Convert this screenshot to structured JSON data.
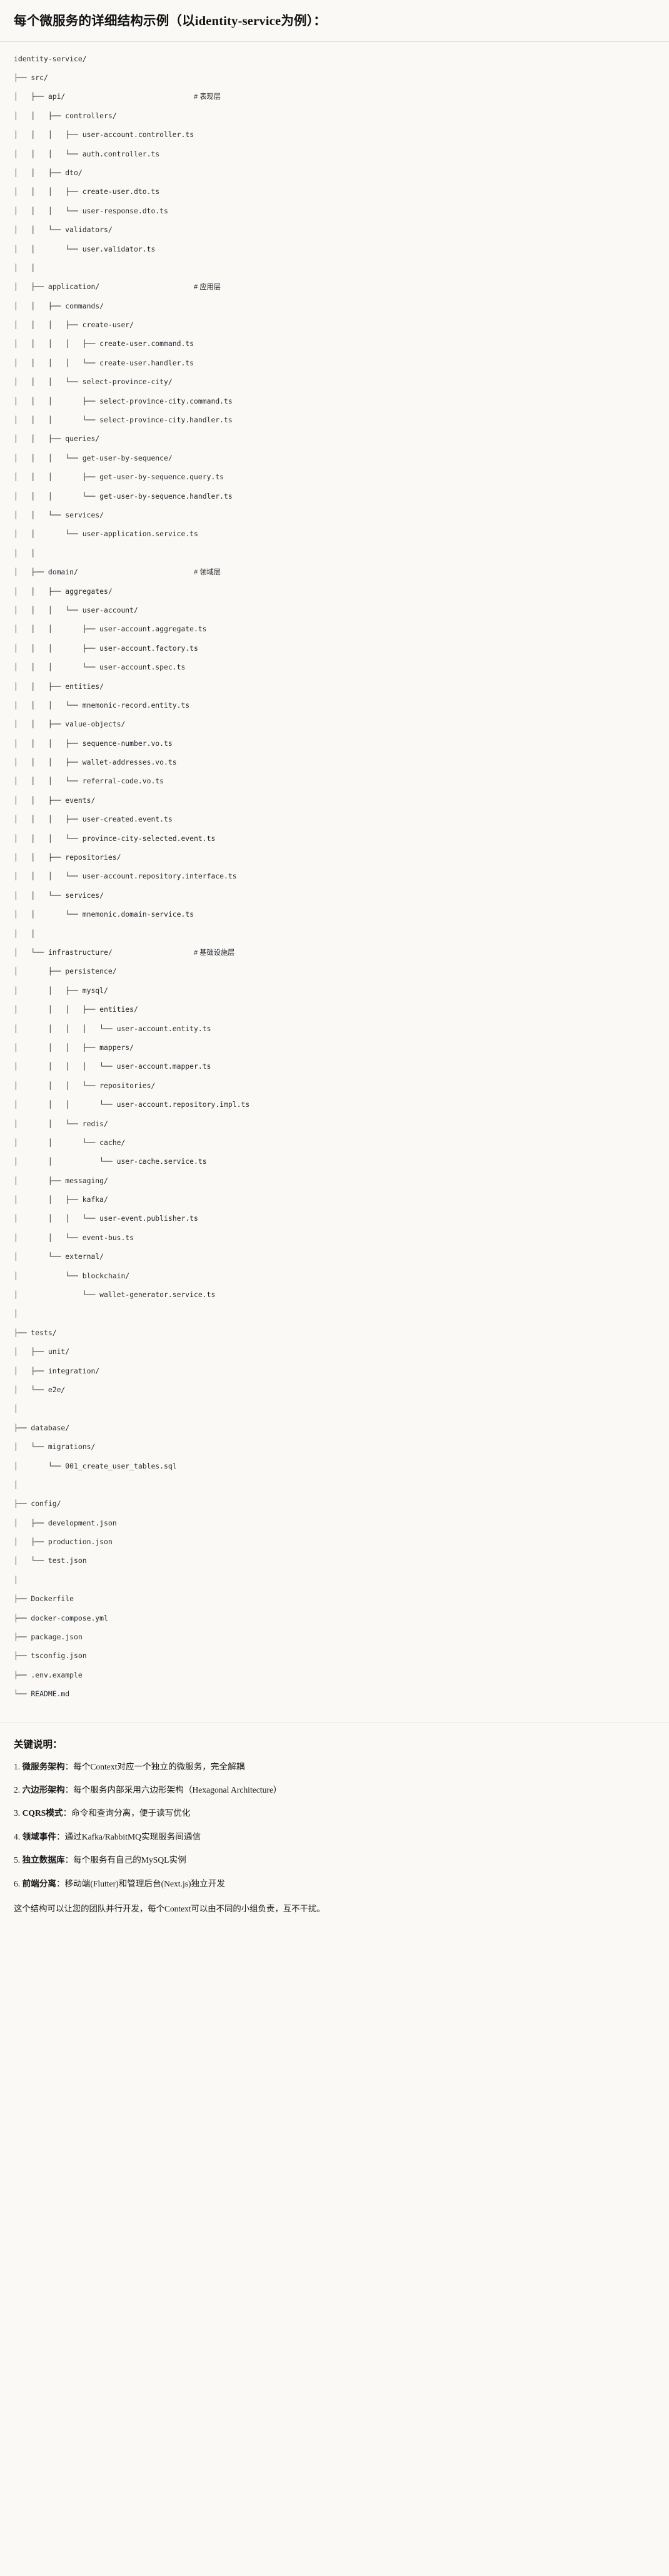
{
  "header": {
    "title": "每个微服务的详细结构示例（以identity-service为例）："
  },
  "tree": {
    "root": "identity-service/",
    "lines": [
      {
        "prefix": "",
        "name": "identity-service/",
        "comment": ""
      },
      {
        "prefix": "├── ",
        "name": "src/",
        "comment": ""
      },
      {
        "prefix": "│   ├── ",
        "name": "api/",
        "comment": "# 表现层"
      },
      {
        "prefix": "│   │   ├── ",
        "name": "controllers/",
        "comment": ""
      },
      {
        "prefix": "│   │   │   ├── ",
        "name": "user-account.controller.ts",
        "comment": ""
      },
      {
        "prefix": "│   │   │   └── ",
        "name": "auth.controller.ts",
        "comment": ""
      },
      {
        "prefix": "│   │   ├── ",
        "name": "dto/",
        "comment": ""
      },
      {
        "prefix": "│   │   │   ├── ",
        "name": "create-user.dto.ts",
        "comment": ""
      },
      {
        "prefix": "│   │   │   └── ",
        "name": "user-response.dto.ts",
        "comment": ""
      },
      {
        "prefix": "│   │   └── ",
        "name": "validators/",
        "comment": ""
      },
      {
        "prefix": "│   │       └── ",
        "name": "user.validator.ts",
        "comment": ""
      },
      {
        "prefix": "│   │",
        "name": "",
        "comment": ""
      },
      {
        "prefix": "│   ├── ",
        "name": "application/",
        "comment": "# 应用层"
      },
      {
        "prefix": "│   │   ├── ",
        "name": "commands/",
        "comment": ""
      },
      {
        "prefix": "│   │   │   ├── ",
        "name": "create-user/",
        "comment": ""
      },
      {
        "prefix": "│   │   │   │   ├── ",
        "name": "create-user.command.ts",
        "comment": ""
      },
      {
        "prefix": "│   │   │   │   └── ",
        "name": "create-user.handler.ts",
        "comment": ""
      },
      {
        "prefix": "│   │   │   └── ",
        "name": "select-province-city/",
        "comment": ""
      },
      {
        "prefix": "│   │   │       ├── ",
        "name": "select-province-city.command.ts",
        "comment": ""
      },
      {
        "prefix": "│   │   │       └── ",
        "name": "select-province-city.handler.ts",
        "comment": ""
      },
      {
        "prefix": "│   │   ├── ",
        "name": "queries/",
        "comment": ""
      },
      {
        "prefix": "│   │   │   └── ",
        "name": "get-user-by-sequence/",
        "comment": ""
      },
      {
        "prefix": "│   │   │       ├── ",
        "name": "get-user-by-sequence.query.ts",
        "comment": ""
      },
      {
        "prefix": "│   │   │       └── ",
        "name": "get-user-by-sequence.handler.ts",
        "comment": ""
      },
      {
        "prefix": "│   │   └── ",
        "name": "services/",
        "comment": ""
      },
      {
        "prefix": "│   │       └── ",
        "name": "user-application.service.ts",
        "comment": ""
      },
      {
        "prefix": "│   │",
        "name": "",
        "comment": ""
      },
      {
        "prefix": "│   ├── ",
        "name": "domain/",
        "comment": "# 领域层"
      },
      {
        "prefix": "│   │   ├── ",
        "name": "aggregates/",
        "comment": ""
      },
      {
        "prefix": "│   │   │   └── ",
        "name": "user-account/",
        "comment": ""
      },
      {
        "prefix": "│   │   │       ├── ",
        "name": "user-account.aggregate.ts",
        "comment": ""
      },
      {
        "prefix": "│   │   │       ├── ",
        "name": "user-account.factory.ts",
        "comment": ""
      },
      {
        "prefix": "│   │   │       └── ",
        "name": "user-account.spec.ts",
        "comment": ""
      },
      {
        "prefix": "│   │   ├── ",
        "name": "entities/",
        "comment": ""
      },
      {
        "prefix": "│   │   │   └── ",
        "name": "mnemonic-record.entity.ts",
        "comment": ""
      },
      {
        "prefix": "│   │   ├── ",
        "name": "value-objects/",
        "comment": ""
      },
      {
        "prefix": "│   │   │   ├── ",
        "name": "sequence-number.vo.ts",
        "comment": ""
      },
      {
        "prefix": "│   │   │   ├── ",
        "name": "wallet-addresses.vo.ts",
        "comment": ""
      },
      {
        "prefix": "│   │   │   └── ",
        "name": "referral-code.vo.ts",
        "comment": ""
      },
      {
        "prefix": "│   │   ├── ",
        "name": "events/",
        "comment": ""
      },
      {
        "prefix": "│   │   │   ├── ",
        "name": "user-created.event.ts",
        "comment": ""
      },
      {
        "prefix": "│   │   │   └── ",
        "name": "province-city-selected.event.ts",
        "comment": ""
      },
      {
        "prefix": "│   │   ├── ",
        "name": "repositories/",
        "comment": ""
      },
      {
        "prefix": "│   │   │   └── ",
        "name": "user-account.repository.interface.ts",
        "comment": ""
      },
      {
        "prefix": "│   │   └── ",
        "name": "services/",
        "comment": ""
      },
      {
        "prefix": "│   │       └── ",
        "name": "mnemonic.domain-service.ts",
        "comment": ""
      },
      {
        "prefix": "│   │",
        "name": "",
        "comment": ""
      },
      {
        "prefix": "│   └── ",
        "name": "infrastructure/",
        "comment": "# 基础设施层"
      },
      {
        "prefix": "│       ├── ",
        "name": "persistence/",
        "comment": ""
      },
      {
        "prefix": "│       │   ├── ",
        "name": "mysql/",
        "comment": ""
      },
      {
        "prefix": "│       │   │   ├── ",
        "name": "entities/",
        "comment": ""
      },
      {
        "prefix": "│       │   │   │   └── ",
        "name": "user-account.entity.ts",
        "comment": ""
      },
      {
        "prefix": "│       │   │   ├── ",
        "name": "mappers/",
        "comment": ""
      },
      {
        "prefix": "│       │   │   │   └── ",
        "name": "user-account.mapper.ts",
        "comment": ""
      },
      {
        "prefix": "│       │   │   └── ",
        "name": "repositories/",
        "comment": ""
      },
      {
        "prefix": "│       │   │       └── ",
        "name": "user-account.repository.impl.ts",
        "comment": ""
      },
      {
        "prefix": "│       │   └── ",
        "name": "redis/",
        "comment": ""
      },
      {
        "prefix": "│       │       └── ",
        "name": "cache/",
        "comment": ""
      },
      {
        "prefix": "│       │           └── ",
        "name": "user-cache.service.ts",
        "comment": ""
      },
      {
        "prefix": "│       ├── ",
        "name": "messaging/",
        "comment": ""
      },
      {
        "prefix": "│       │   ├── ",
        "name": "kafka/",
        "comment": ""
      },
      {
        "prefix": "│       │   │   └── ",
        "name": "user-event.publisher.ts",
        "comment": ""
      },
      {
        "prefix": "│       │   └── ",
        "name": "event-bus.ts",
        "comment": ""
      },
      {
        "prefix": "│       └── ",
        "name": "external/",
        "comment": ""
      },
      {
        "prefix": "│           └── ",
        "name": "blockchain/",
        "comment": ""
      },
      {
        "prefix": "│               └── ",
        "name": "wallet-generator.service.ts",
        "comment": ""
      },
      {
        "prefix": "│",
        "name": "",
        "comment": ""
      },
      {
        "prefix": "├── ",
        "name": "tests/",
        "comment": ""
      },
      {
        "prefix": "│   ├── ",
        "name": "unit/",
        "comment": ""
      },
      {
        "prefix": "│   ├── ",
        "name": "integration/",
        "comment": ""
      },
      {
        "prefix": "│   └── ",
        "name": "e2e/",
        "comment": ""
      },
      {
        "prefix": "│",
        "name": "",
        "comment": ""
      },
      {
        "prefix": "├── ",
        "name": "database/",
        "comment": ""
      },
      {
        "prefix": "│   └── ",
        "name": "migrations/",
        "comment": ""
      },
      {
        "prefix": "│       └── ",
        "name": "001_create_user_tables.sql",
        "comment": ""
      },
      {
        "prefix": "│",
        "name": "",
        "comment": ""
      },
      {
        "prefix": "├── ",
        "name": "config/",
        "comment": ""
      },
      {
        "prefix": "│   ├── ",
        "name": "development.json",
        "comment": ""
      },
      {
        "prefix": "│   ├── ",
        "name": "production.json",
        "comment": ""
      },
      {
        "prefix": "│   └── ",
        "name": "test.json",
        "comment": ""
      },
      {
        "prefix": "│",
        "name": "",
        "comment": ""
      },
      {
        "prefix": "├── ",
        "name": "Dockerfile",
        "comment": ""
      },
      {
        "prefix": "├── ",
        "name": "docker-compose.yml",
        "comment": ""
      },
      {
        "prefix": "├── ",
        "name": "package.json",
        "comment": ""
      },
      {
        "prefix": "├── ",
        "name": "tsconfig.json",
        "comment": ""
      },
      {
        "prefix": "├── ",
        "name": ".env.example",
        "comment": ""
      },
      {
        "prefix": "└── ",
        "name": "README.md",
        "comment": ""
      }
    ],
    "comment_column": 42
  },
  "notes": {
    "title": "关键说明：",
    "items": [
      {
        "num": "1.",
        "label": "微服务架构",
        "text": "：每个Context对应一个独立的微服务，完全解耦"
      },
      {
        "num": "2.",
        "label": "六边形架构",
        "text": "：每个服务内部采用六边形架构（Hexagonal Architecture）"
      },
      {
        "num": "3.",
        "label": "CQRS模式",
        "text": "：命令和查询分离，便于读写优化"
      },
      {
        "num": "4.",
        "label": "领域事件",
        "text": "：通过Kafka/RabbitMQ实现服务间通信"
      },
      {
        "num": "5.",
        "label": "独立数据库",
        "text": "：每个服务有自己的MySQL实例"
      },
      {
        "num": "6.",
        "label": "前端分离",
        "text": "：移动端(Flutter)和管理后台(Next.js)独立开发"
      }
    ],
    "closing": "这个结构可以让您的团队并行开发，每个Context可以由不同的小组负责，互不干扰。"
  }
}
